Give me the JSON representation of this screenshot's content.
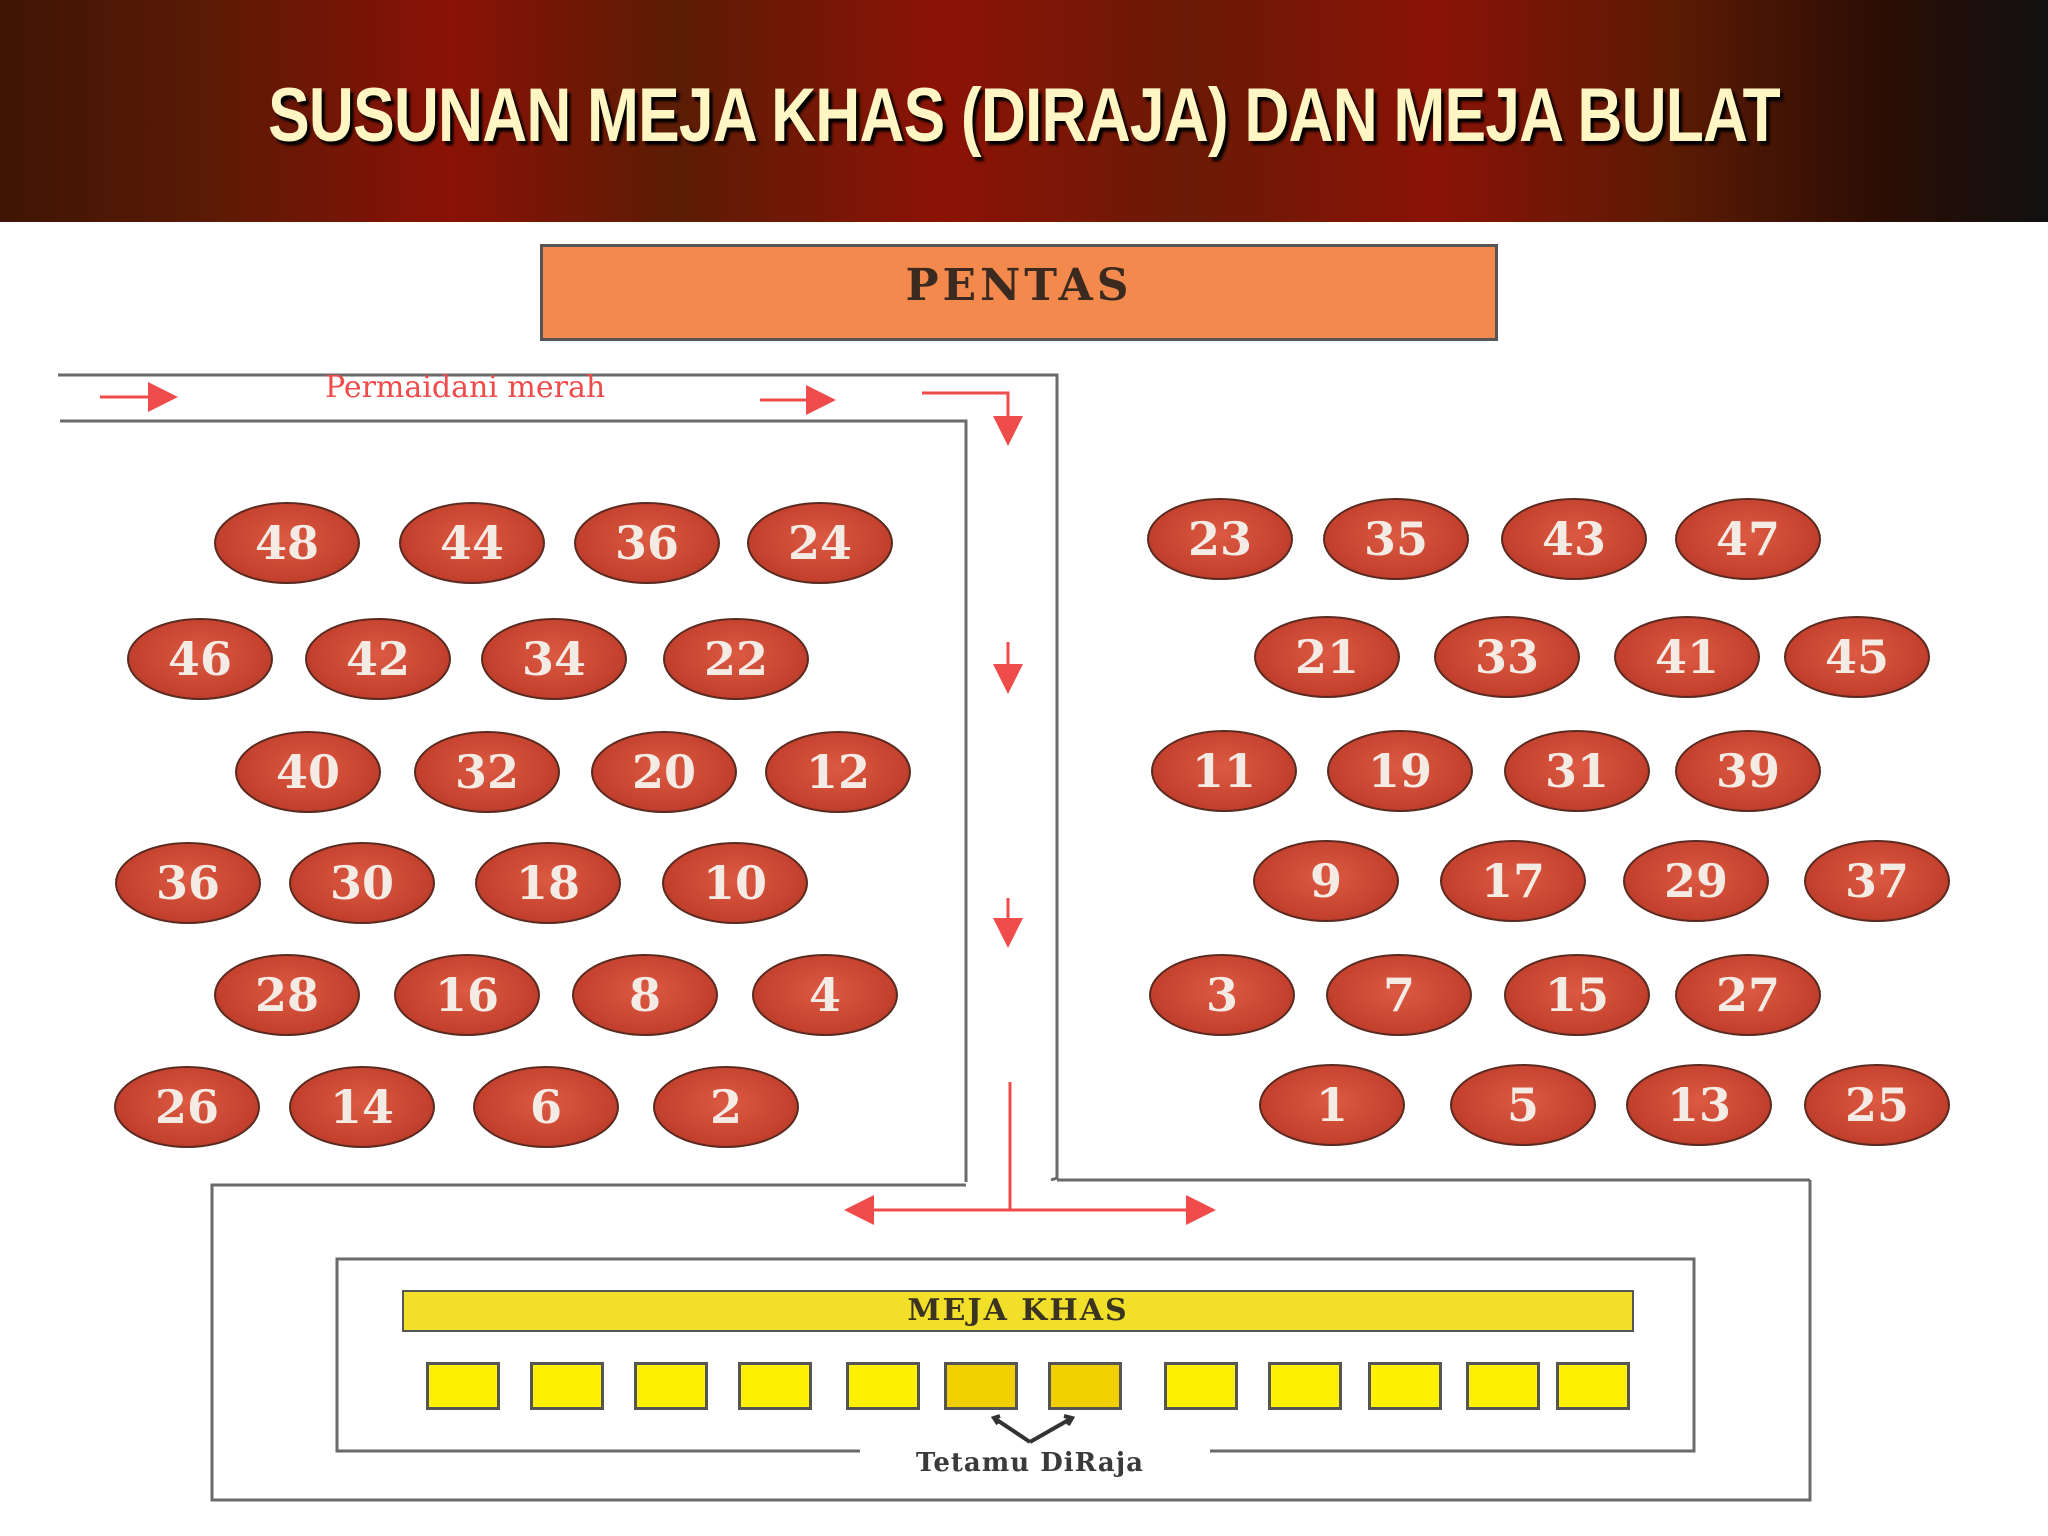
{
  "title": "SUSUNAN MEJA KHAS (DIRAJA) DAN MEJA BULAT",
  "stage_label": "PENTAS",
  "red_carpet_label": "Permaidani merah",
  "royal_table_label": "MEJA KHAS",
  "royal_guests_label": "Tetamu DiRaja",
  "colors": {
    "round_table": "#c4412e",
    "stage": "#f4894d",
    "royal_table": "#f2df2a",
    "seat": "#fff200",
    "carpet_arrow": "#ef4b4b",
    "title_text": "#fff6c4"
  },
  "left_table_rows": [
    [
      "48",
      "44",
      "36",
      "24"
    ],
    [
      "46",
      "42",
      "34",
      "22"
    ],
    [
      "40",
      "32",
      "20",
      "12"
    ],
    [
      "36",
      "30",
      "18",
      "10"
    ],
    [
      "28",
      "16",
      "8",
      "4"
    ],
    [
      "26",
      "14",
      "6",
      "2"
    ]
  ],
  "right_table_rows": [
    [
      "23",
      "35",
      "43",
      "47"
    ],
    [
      "21",
      "33",
      "41",
      "45"
    ],
    [
      "11",
      "19",
      "31",
      "39"
    ],
    [
      "9",
      "17",
      "29",
      "37"
    ],
    [
      "3",
      "7",
      "15",
      "27"
    ],
    [
      "1",
      "5",
      "13",
      "25"
    ]
  ],
  "seat_count": 12,
  "royal_seat_positions": [
    6,
    7
  ]
}
